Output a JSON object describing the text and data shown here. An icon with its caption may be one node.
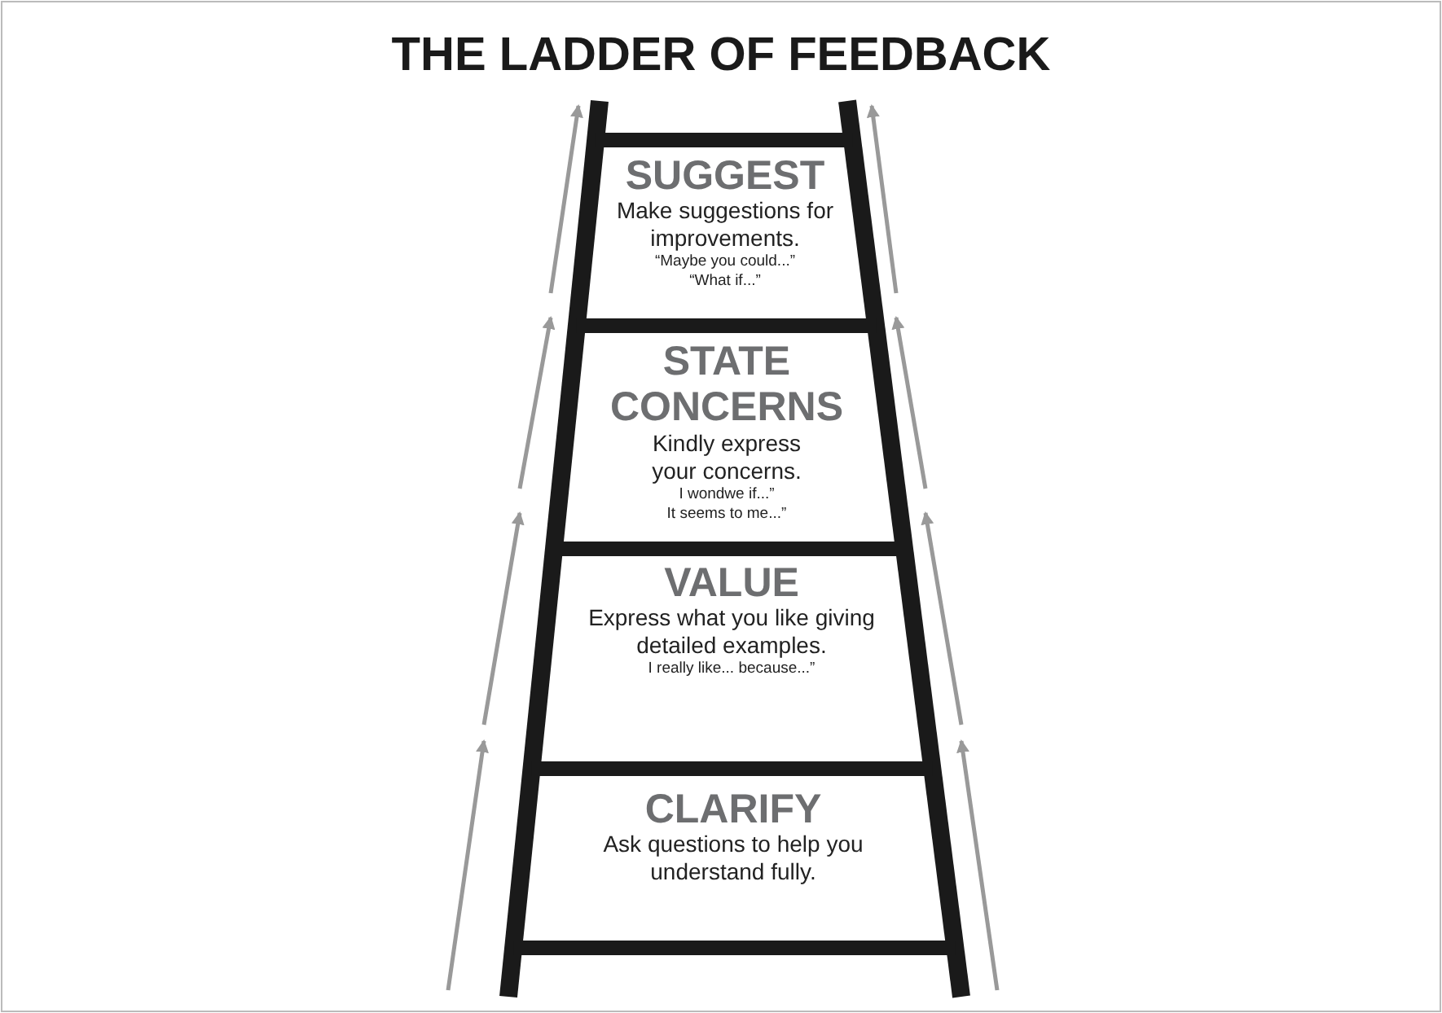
{
  "diagram": {
    "title": "THE LADDER OF FEEDBACK",
    "nodes": [
      {
        "text": [
          "SUGGEST",
          "Make suggestions for improvements.",
          "“Maybe you could...”",
          "“What if...”"
        ]
      },
      {
        "text": [
          "STATE CONCERNS",
          "Kindly express your concerns.",
          "I wondwe if...”",
          "It seems to me...”"
        ]
      },
      {
        "text": [
          "VALUE",
          "Express what you like giving detailed examples.",
          "I really like... because...”"
        ]
      },
      {
        "text": [
          "CLARIFY",
          "Ask questions to help you understand fully."
        ]
      }
    ],
    "edges": []
  }
}
